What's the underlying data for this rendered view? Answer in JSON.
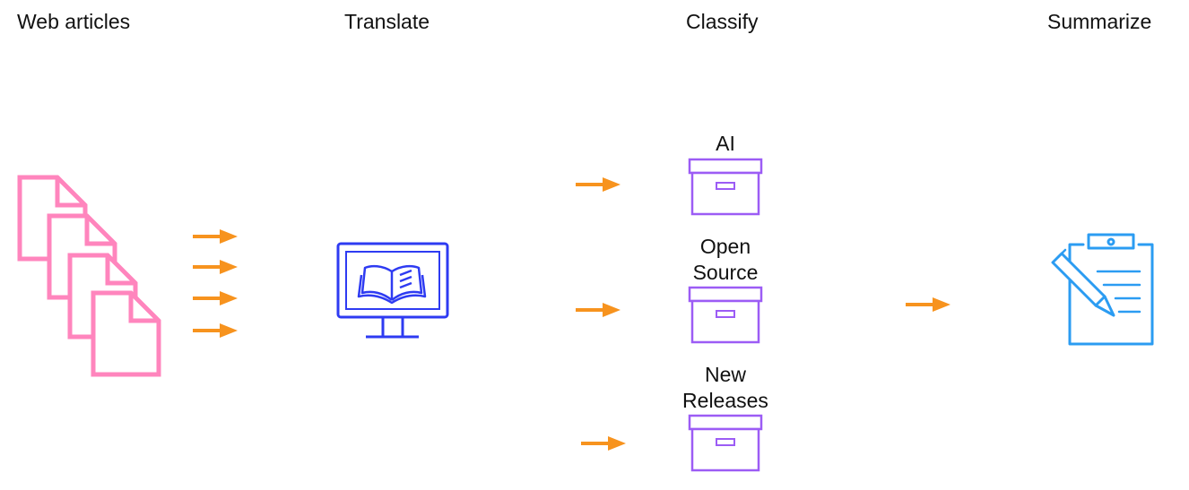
{
  "stages": {
    "web_articles": "Web articles",
    "translate": "Translate",
    "classify": "Classify",
    "summarize": "Summarize"
  },
  "categories": {
    "ai": "AI",
    "open_source_line1": "Open",
    "open_source_line2": "Source",
    "new_releases_line1": "New",
    "new_releases_line2": "Releases"
  },
  "colors": {
    "documents": "#ff85bd",
    "arrows": "#f7931e",
    "monitor": "#2e3bf2",
    "boxes": "#9c5cf5",
    "clipboard": "#2b9cf2",
    "text": "#111111"
  },
  "icons": {
    "documents": "document-stack-icon",
    "translate": "monitor-book-icon",
    "category": "archive-box-icon",
    "summarize": "clipboard-pencil-icon"
  }
}
